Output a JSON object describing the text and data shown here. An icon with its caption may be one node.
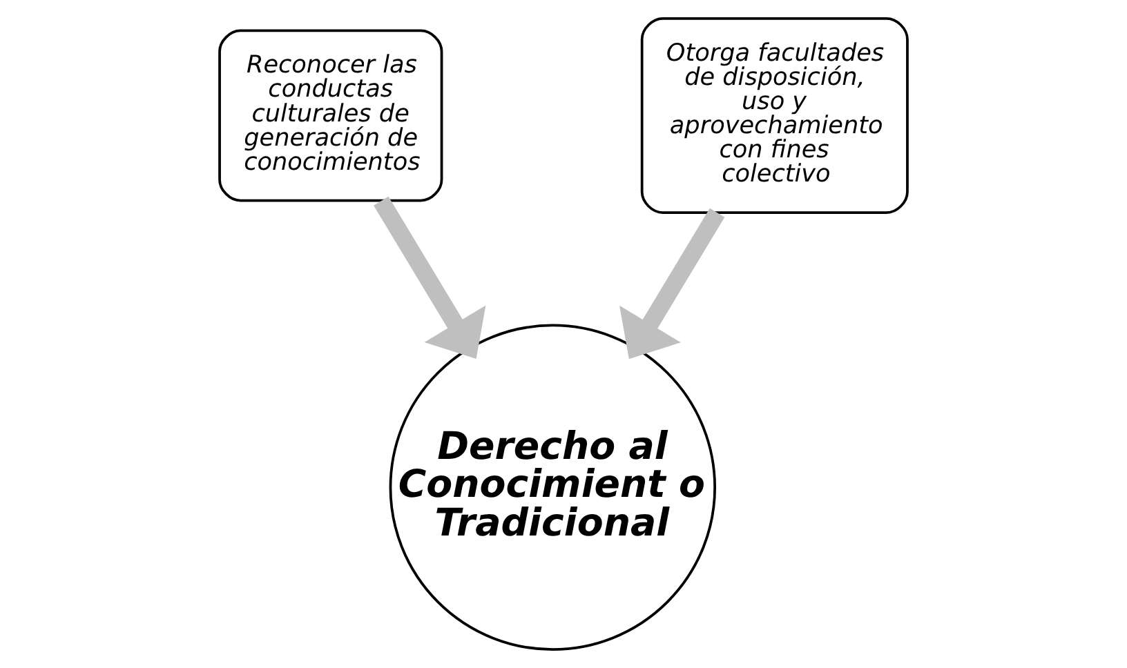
{
  "diagram": {
    "nodes": [
      {
        "text": [
          "Reconocer las conductas culturales de generación de conocimientos"
        ]
      },
      {
        "text": [
          "Otorga facultades de disposición, uso y aprovechamiento con fines colectivo"
        ]
      },
      {
        "text": [
          "Derecho al Conocimient o Tradicional"
        ]
      }
    ],
    "edges": [
      {
        "from": 0,
        "to": 2,
        "arrow": "to"
      },
      {
        "from": 1,
        "to": 2,
        "arrow": "to"
      }
    ]
  }
}
